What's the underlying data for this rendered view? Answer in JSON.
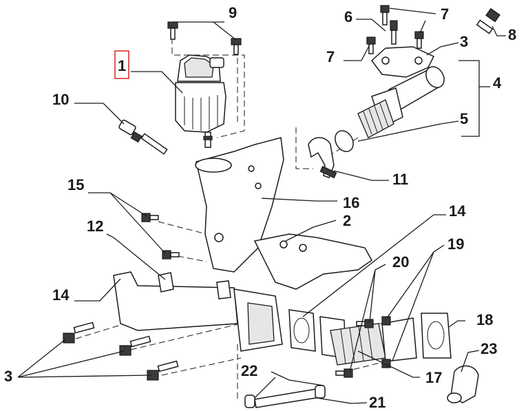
{
  "callouts": [
    {
      "id": "p1",
      "label": "1"
    },
    {
      "id": "p2",
      "label": "2"
    },
    {
      "id": "p3a",
      "label": "3"
    },
    {
      "id": "p3b",
      "label": "3"
    },
    {
      "id": "p4",
      "label": "4"
    },
    {
      "id": "p5",
      "label": "5"
    },
    {
      "id": "p6",
      "label": "6"
    },
    {
      "id": "p7a",
      "label": "7"
    },
    {
      "id": "p7b",
      "label": "7"
    },
    {
      "id": "p8",
      "label": "8"
    },
    {
      "id": "p9",
      "label": "9"
    },
    {
      "id": "p10",
      "label": "10"
    },
    {
      "id": "p11",
      "label": "11"
    },
    {
      "id": "p12",
      "label": "12"
    },
    {
      "id": "p14a",
      "label": "14"
    },
    {
      "id": "p14b",
      "label": "14"
    },
    {
      "id": "p15",
      "label": "15"
    },
    {
      "id": "p16",
      "label": "16"
    },
    {
      "id": "p17",
      "label": "17"
    },
    {
      "id": "p18",
      "label": "18"
    },
    {
      "id": "p19",
      "label": "19"
    },
    {
      "id": "p20",
      "label": "20"
    },
    {
      "id": "p21",
      "label": "21"
    },
    {
      "id": "p22",
      "label": "22"
    },
    {
      "id": "p23",
      "label": "23"
    }
  ],
  "highlighted_callout": "1",
  "colors": {
    "line": "#1a1a1a",
    "highlight_box": "#e03030",
    "background": "#ffffff"
  }
}
